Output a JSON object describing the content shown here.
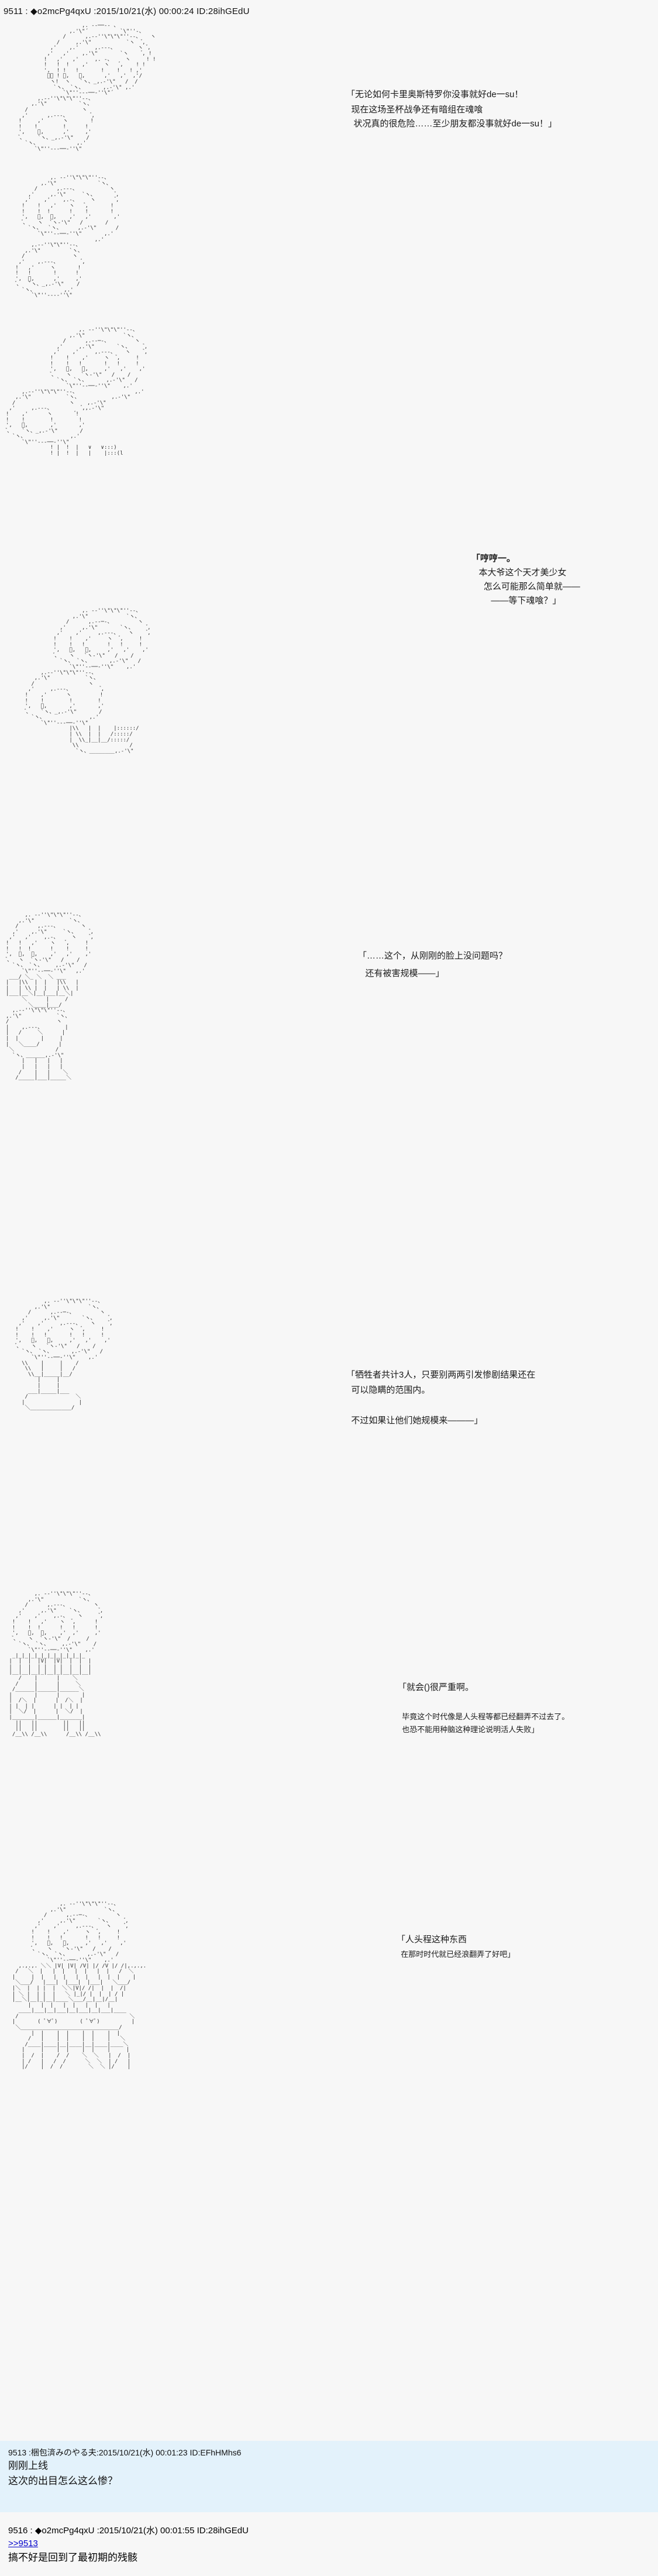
{
  "thread": {
    "board_style": "2ch-aa-thread",
    "background": "#f7f7f7",
    "reply_background": "#e3f2fb",
    "anchor_color": "#0000cc"
  },
  "main_post": {
    "number": "9511",
    "separator_1": " : ",
    "diamond": "◆",
    "tripcode": "o2mcPg4qxU",
    "separator_2": " :",
    "date": "2015/10/21(水)",
    "time": "00:00:24",
    "id": "ID:28ihGEdU",
    "full_line": "9511 : ◆o2mcPg4qxU :2015/10/21(水) 00:00:24 ID:28ihGEdU"
  },
  "speeches": [
    {
      "name": "speech-caliostro-safe",
      "lines": [
        "「无论如何卡里奥斯特罗你没事就好de一su！",
        "  现在这场圣杯战争还有暗组在魂喰",
        "   状况真的很危险……至少朋友都没事就好de一su！」"
      ]
    },
    {
      "name": "speech-hmm-genius-girl",
      "lines": [
        "「哼哼一。",
        "   本大爷这个天才美少女",
        "     怎么可能那么简单就——",
        "        ——等下魂喰？」"
      ]
    },
    {
      "name": "speech-question-face",
      "lines": [
        "「……这个，从刚刚的脸上没问题吗？",
        "   还有被害规模——」"
      ]
    },
    {
      "name": "speech-victims-count",
      "lines": [
        "「牺牲者共计3人，只要别两两引发惨剧结果还在",
        "  可以隐瞒的范围内。",
        "",
        "  不过如果让他们她规模来———」"
      ]
    },
    {
      "name": "speech-thats-serious",
      "lines": [
        "「就会()很严重啊。",
        "",
        "  毕竟这个时代像是人头程等都已经翻弄不过去了。",
        "  也恐不能用种脑这种理论说明活人失败」"
      ]
    },
    {
      "name": "speech-people-like-this",
      "lines": [
        "「人头程这种东西",
        "  在那时时代就已经浪翻弄了好吧」"
      ]
    }
  ],
  "replies": [
    {
      "number": "9513",
      "name": "梱包済みのやる夫",
      "date": "2015/10/21(水)",
      "time": "00:01:23",
      "id": "ID:EFhHMhs6",
      "head": "9513 :梱包済みのやる夫:2015/10/21(水) 00:01:23 ID:EFhHMhs6",
      "body": "刚刚上线\n这次的出目怎么这么惨？"
    }
  ],
  "last_post": {
    "number": "9516",
    "diamond": "◆",
    "tripcode": "o2mcPg4qxU",
    "date": "2015/10/21(水)",
    "time": "00:01:55",
    "id": "ID:28ihGEdU",
    "head": "9516 : ◆o2mcPg4qxU :2015/10/21(水) 00:01:55 ID:28ihGEdU",
    "anchor": ">>9513",
    "body": "搞不好是回到了最初期的残骸"
  },
  "aa": {
    "block1": "                                     ,. -‐─‐- 、\n                                 ,. '\"´          `\"'' ‐ 、\n                             ,.-'\"                      `ヽ、\n                           /         ,. -‐ '' \"\"\"\"' ‐-、     ヽ\n                         /       ,.-'\"             `ヽ    ゙、\n                        ,'      ,.'\"                    ヽ    ゙,\n                       ,'     ,.'      ,. -─‐- 、        ゙,    ゙,\n                      ,'     ,'    ,. '\"        `' ‐ 、    ゙,    !\n                      !    ,'   ,.'                  ヽ   ',   !\n                      !    !  ,.'     ,. -─ 、         ゙,  !   !\n                      !    ! ,'    ,.'        ヽ        ',  !  ,'\n                       ',  ! ,'   ,'            ゙,       ! ,' ,'\n                        ゙、 !!   !               !       !,' /\n                         ヽ!!   !     ,. ─ 、  !      !/\n                          `!   ゙,   ,'     ヽ ,'     ,'\n                            ゙,   ヽ !      ,' /     /\n                             ゙、   `ヽ、_,.-'\" /     /\n                              `ヽ、      ,.-'\"    /\n                                  `' ‐-- ''\"    ,.'\n                                             ,.'\n",
    "block2": "                 ,. -‐ ''\"´ ̄ ̄`\"'' ‐- 、\n              ,.-'\"                    `ヽ、\n            /                            ヽ\n          ,.'         ,. -‐ '' \"\"\" ''‐-、     ゙,\n         ,'        ,.'\"              `ヽ    ゙,\n        ,'       ,.'     ,.-‐ ''\"\"' ‐、   ヽ   !\n       !      ,'    ,.'\"           `ヽ  ゙,  !\n       !      !   ,'      ,. -‐- 、     ヽ !  !\n       ',     !  !     ,'       ヽ     ! ! ,'\n        ゙、    ! !    !         !    ! !/\n         ヽ   ! !    ゙,        ,'    !/\n          `ヽ、! ゙,    `ヽ、  ,.-'\"    /\n              `ヽ、 `\"'' ‐--‐ ''\"   ,.'\n                  `' ‐- 、____,. -‐ '\"\n"
  }
}
